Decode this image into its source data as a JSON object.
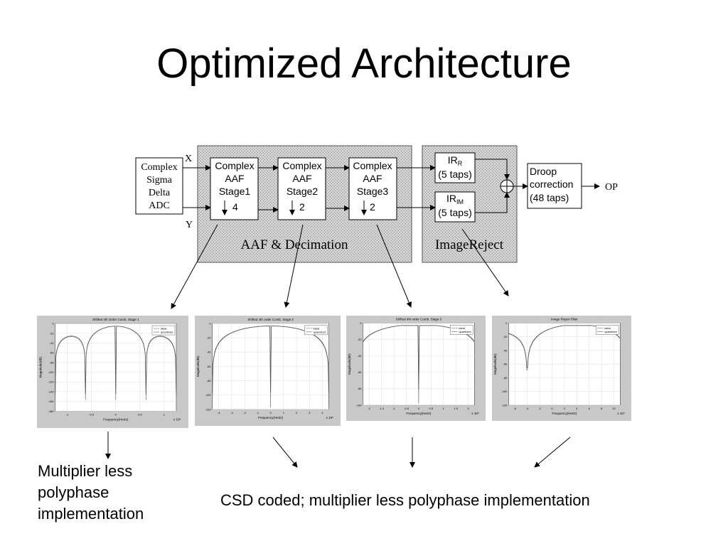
{
  "slide": {
    "title": "Optimized Architecture"
  },
  "diagram": {
    "adc": [
      "Complex",
      "Sigma",
      "Delta",
      "ADC"
    ],
    "x_label": "X",
    "y_label": "Y",
    "stages": [
      {
        "lines": [
          "Complex",
          "AAF",
          "Stage1"
        ],
        "factor": "4"
      },
      {
        "lines": [
          "Complex",
          "AAF",
          "Stage2"
        ],
        "factor": "2"
      },
      {
        "lines": [
          "Complex",
          "AAF",
          "Stage3"
        ],
        "factor": "2"
      }
    ],
    "aaf_group": "AAF & Decimation",
    "ir_r": {
      "main": "IR",
      "sub": "R",
      "taps": "(5 taps)"
    },
    "ir_im": {
      "main": "IR",
      "sub": "IM",
      "taps": "(5 taps)"
    },
    "image_reject_group": "ImageReject",
    "droop": [
      "Droop",
      "correction",
      "(48 taps)"
    ],
    "output": "OP"
  },
  "plots": [
    {
      "title": "Shifted 4th Order Comb. Stage 1",
      "xlabel": "Frequency(Hertz)",
      "ylabel": "Magnitude(dB)",
      "legend": [
        "ideal",
        "quantized"
      ],
      "xticks": [
        "-1",
        "-0.5",
        "0",
        "0.5",
        "1"
      ],
      "xexp": "x 10⁶",
      "yticks": [
        "0",
        "-20",
        "-40",
        "-60",
        "-80",
        "-100",
        "-120",
        "-140",
        "-160",
        "-180"
      ]
    },
    {
      "title": "Shifted 4th order Comb. Stage 2",
      "xlabel": "Frequency(Hertz)",
      "ylabel": "Magnitude(dB)",
      "legend": [
        "ideal",
        "quantized"
      ],
      "xticks": [
        "-4",
        "-3",
        "-2",
        "-1",
        "0",
        "1",
        "2",
        "3",
        "4"
      ],
      "xexp": "x 10⁵",
      "yticks": [
        "0",
        "-20",
        "-40",
        "-60",
        "-80",
        "-100",
        "-120"
      ]
    },
    {
      "title": "Shifted 4th order Comb. Stage 3",
      "xlabel": "Frequency(Hertz)",
      "ylabel": "Magnitude(dB)",
      "legend": [
        "ideal",
        "quantized"
      ],
      "xticks": [
        "-2",
        "-1.3",
        "-1",
        "-0.5",
        "0",
        "0.5",
        "1",
        "1.5",
        "2"
      ],
      "xexp": "x 10⁵",
      "yticks": [
        "0",
        "-20",
        "-40",
        "-60",
        "-80",
        "-100"
      ]
    },
    {
      "title": "Image Reject Filter",
      "xlabel": "Frequency(Hertz)",
      "ylabel": "Magnitude(dB)",
      "legend": [
        "ideal",
        "quantized"
      ],
      "xticks": [
        "-6",
        "-4",
        "-2",
        "0",
        "2",
        "4",
        "6",
        "8",
        "10"
      ],
      "xexp": "x 10⁴",
      "yticks": [
        "0",
        "-20",
        "-40",
        "-60",
        "-80",
        "-100",
        "-120"
      ]
    }
  ],
  "captions": {
    "left": "Multiplier less polyphase implementation",
    "right": "CSD coded; multiplier less polyphase implementation"
  }
}
